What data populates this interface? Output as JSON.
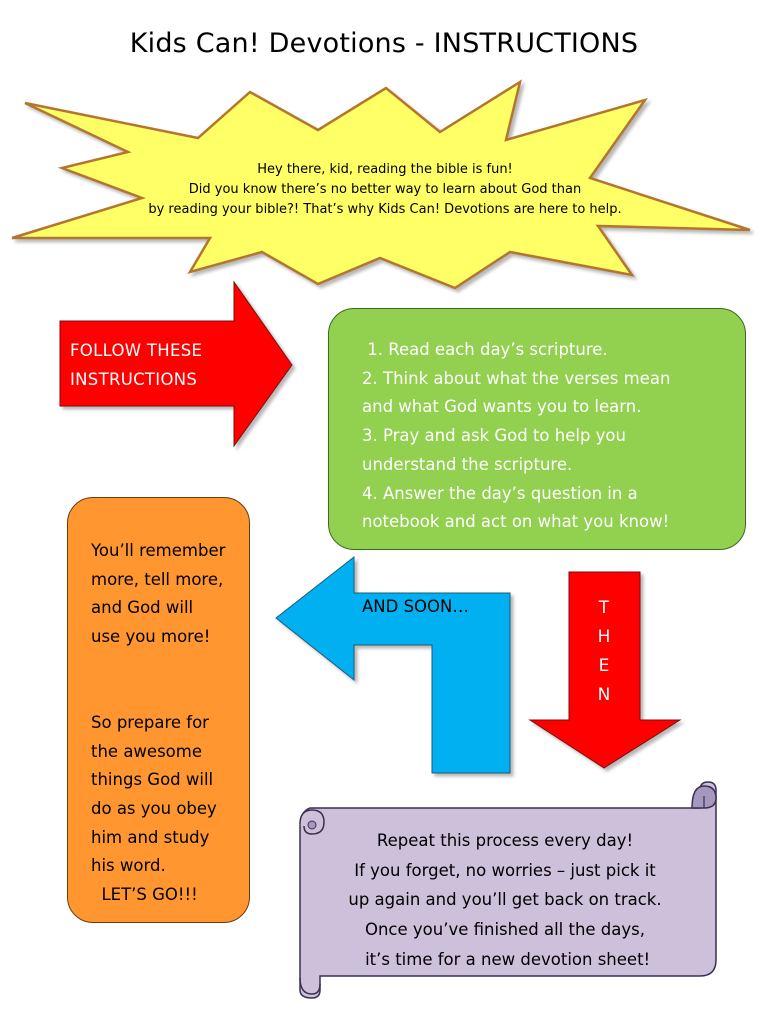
{
  "title": "Kids Can! Devotions - INSTRUCTIONS",
  "intro": {
    "lines": [
      "Hey there, kid, reading the bible is fun!",
      "Did you know there’s no better way to learn about God than",
      "by reading your bible?! That’s why Kids Can! Devotions are here to help."
    ]
  },
  "follow_arrow": {
    "lines": [
      "FOLLOW THESE",
      "INSTRUCTIONS"
    ]
  },
  "steps": {
    "lines": [
      " 1. Read each day’s scripture.",
      "2. Think about what the verses mean",
      "and what God wants you to learn.",
      "3. Pray and ask God to help you",
      "understand the scripture.",
      "4. Answer the day’s question in a",
      "notebook and act on what you know!"
    ]
  },
  "and_soon": "AND SOON…",
  "then_letters": [
    "T",
    "H",
    "E",
    "N"
  ],
  "result": {
    "para1": [
      "You’ll remember",
      "more, tell more,",
      "and God will",
      "use you more!"
    ],
    "para2": [
      "So prepare for",
      "the awesome",
      "things God will",
      "do as you obey",
      "him and study",
      "his word.",
      "  LET’S GO!!!"
    ]
  },
  "repeat": {
    "lines": [
      "Repeat this process every day!",
      "If you forget, no worries – just pick it",
      "up again and you’ll get back on track.",
      "Once you’ve finished all the days,",
      " it’s time for a new devotion sheet!"
    ]
  },
  "colors": {
    "burst_fill": "#ffff66",
    "red_arrow": "#ff0000",
    "green_box": "#92d050",
    "blue_arrow": "#00b0f0",
    "orange_box": "#ff962f",
    "scroll_fill": "#ccc0da"
  }
}
